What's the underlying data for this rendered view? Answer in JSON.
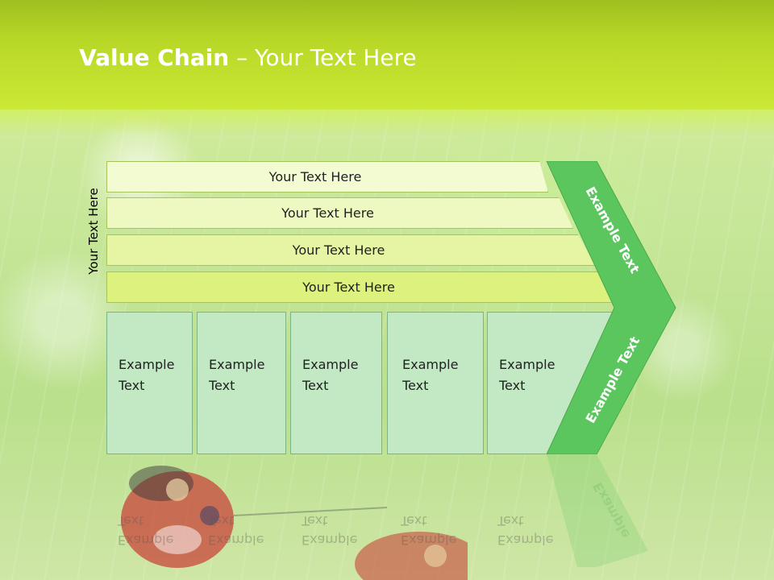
{
  "title": {
    "bold": "Value Chain",
    "rest": " – Your Text Here"
  },
  "side_label": "Your Text Here",
  "bars": [
    {
      "label": "Your Text Here"
    },
    {
      "label": "Your Text Here"
    },
    {
      "label": "Your Text Here"
    },
    {
      "label": "Your Text Here"
    }
  ],
  "boxes": [
    {
      "line1": "Example",
      "line2": "Text"
    },
    {
      "line1": "Example",
      "line2": "Text"
    },
    {
      "line1": "Example",
      "line2": "Text"
    },
    {
      "line1": "Example",
      "line2": "Text"
    },
    {
      "line1": "Example",
      "line2": "Text"
    }
  ],
  "chevron": {
    "upper": "Example Text",
    "lower": "Example Text"
  },
  "reflections": {
    "box_word1": "Example",
    "box_word2": "Text",
    "chevron": "Example"
  },
  "colors": {
    "header": "#c3e22f",
    "bar": "#e8f7a6",
    "box": "#c2e8c4",
    "chevron": "#5cc65e"
  }
}
